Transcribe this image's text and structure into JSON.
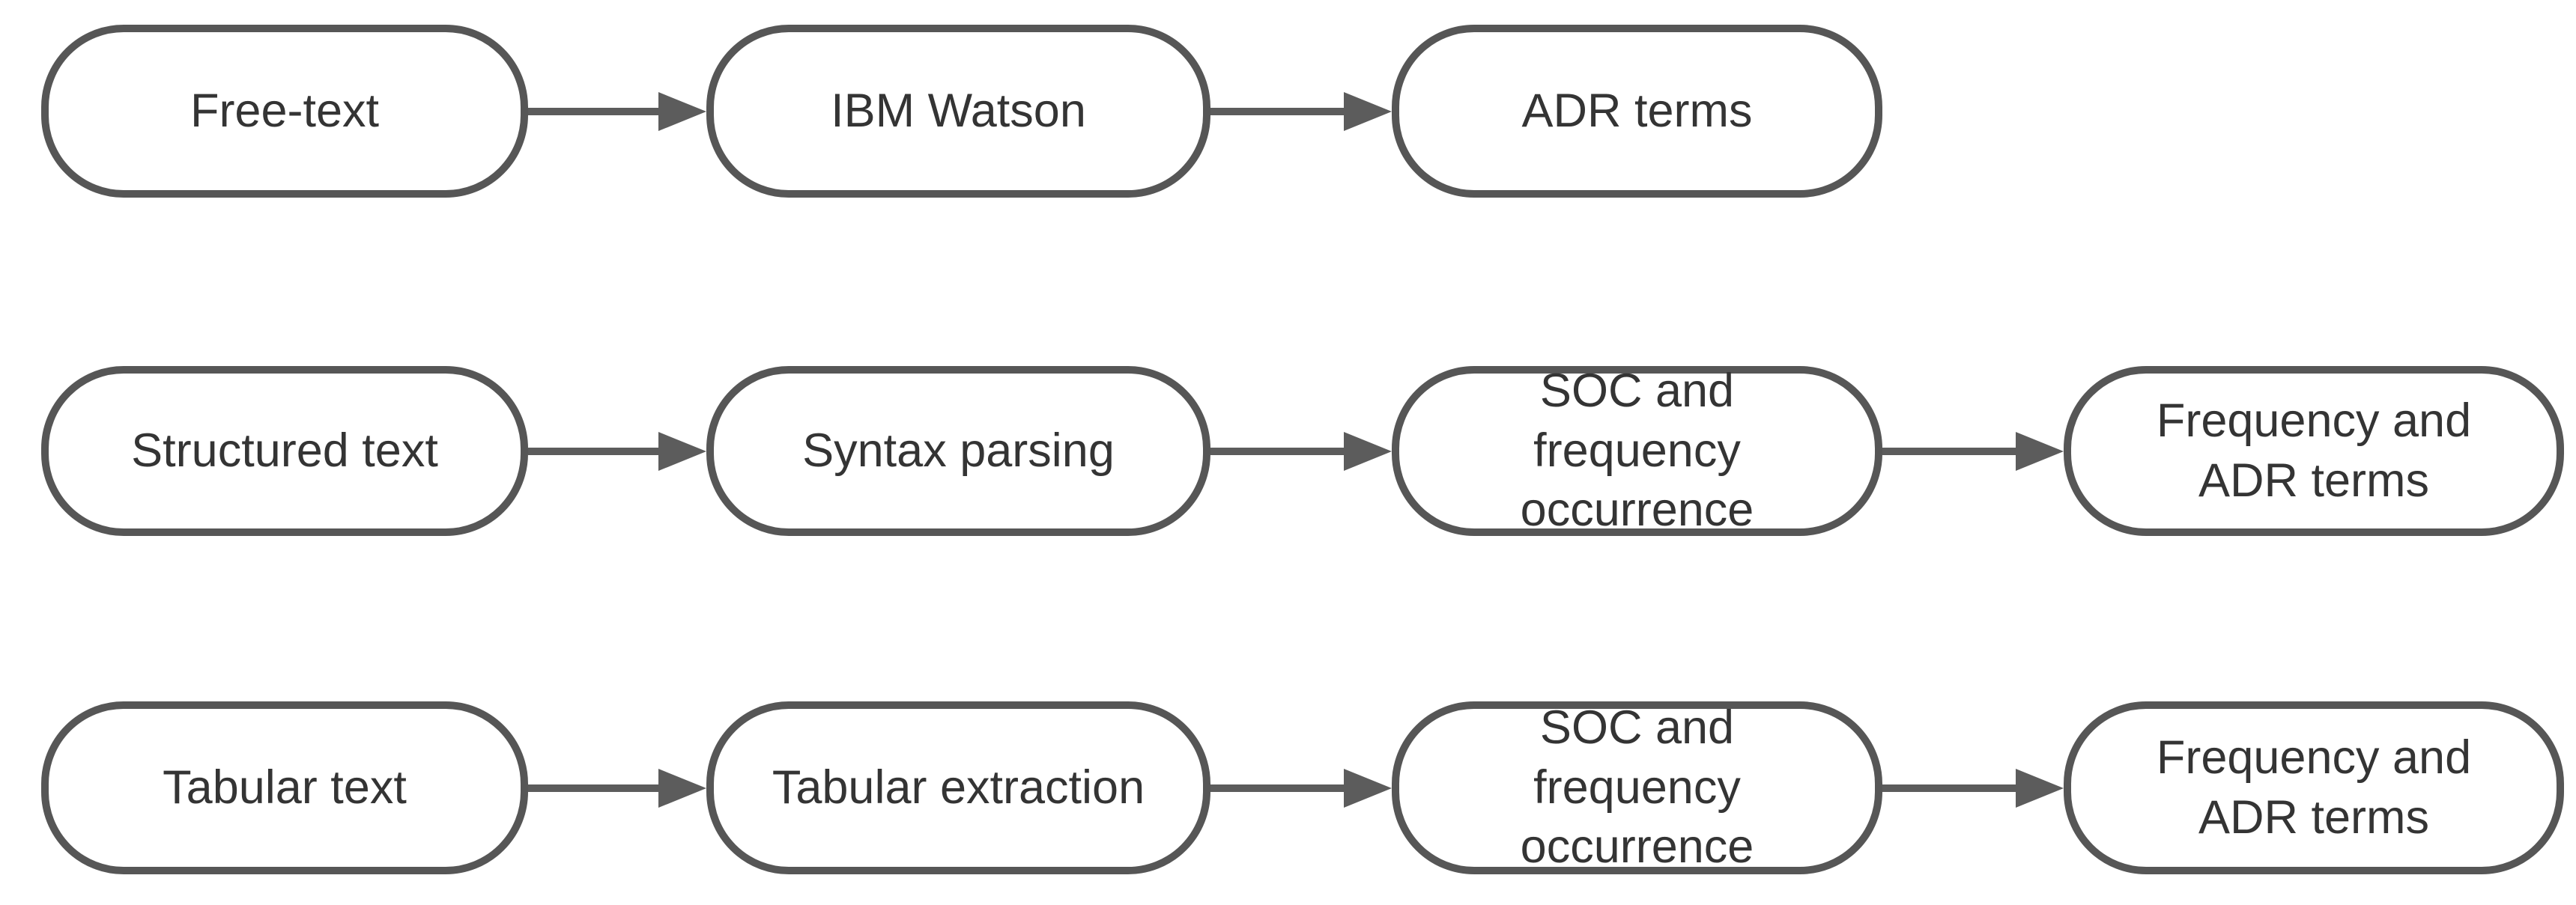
{
  "diagram": {
    "type": "flowchart",
    "colors": {
      "node_fill": "#ffffff",
      "node_border": "#565656",
      "node_text": "#343434",
      "arrow": "#5c5c5c",
      "background": "#ffffff"
    },
    "rows": [
      {
        "nodes": [
          {
            "label": "Free-text"
          },
          {
            "label": "IBM Watson"
          },
          {
            "label": "ADR terms"
          }
        ],
        "edges": [
          {
            "from": "Free-text",
            "to": "IBM Watson"
          },
          {
            "from": "IBM Watson",
            "to": "ADR terms"
          }
        ]
      },
      {
        "nodes": [
          {
            "label": "Structured text"
          },
          {
            "label": "Syntax parsing"
          },
          {
            "label": "SOC and frequency occurrence"
          },
          {
            "label": "Frequency and ADR terms"
          }
        ],
        "edges": [
          {
            "from": "Structured text",
            "to": "Syntax parsing"
          },
          {
            "from": "Syntax parsing",
            "to": "SOC and frequency occurrence"
          },
          {
            "from": "SOC and frequency occurrence",
            "to": "Frequency and ADR terms"
          }
        ]
      },
      {
        "nodes": [
          {
            "label": "Tabular text"
          },
          {
            "label": "Tabular extraction"
          },
          {
            "label": "SOC and frequency occurrence"
          },
          {
            "label": "Frequency and ADR terms"
          }
        ],
        "edges": [
          {
            "from": "Tabular text",
            "to": "Tabular extraction"
          },
          {
            "from": "Tabular extraction",
            "to": "SOC and frequency occurrence"
          },
          {
            "from": "SOC and frequency occurrence",
            "to": "Frequency and ADR terms"
          }
        ]
      }
    ]
  }
}
